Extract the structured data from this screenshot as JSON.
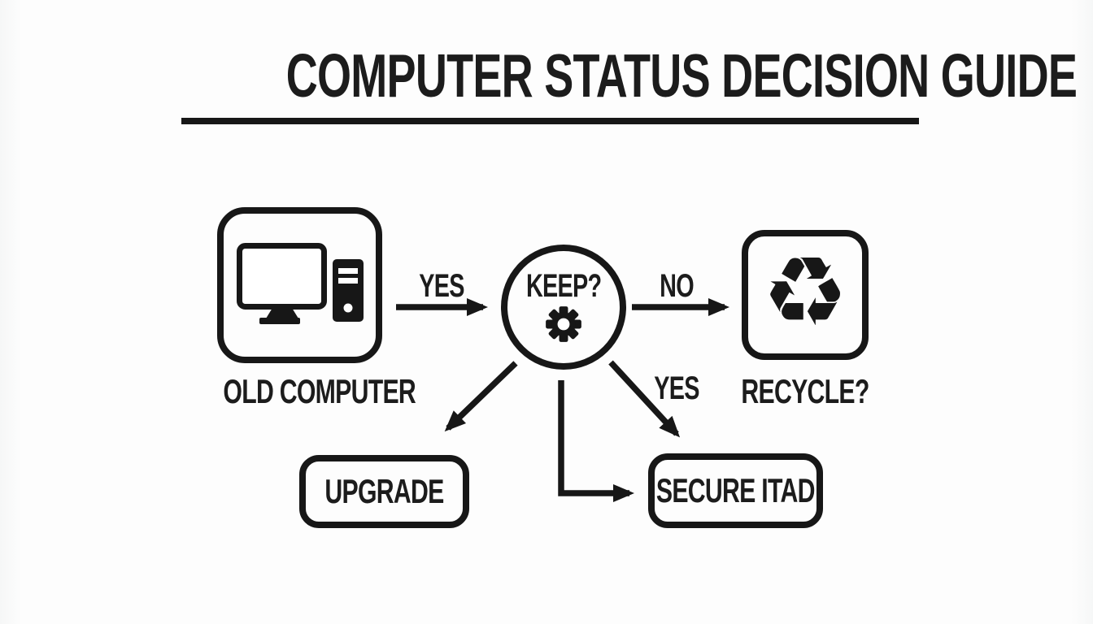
{
  "title": {
    "text": "COMPUTER STATUS DECISION GUIDE"
  },
  "colors": {
    "ink": "#171717",
    "background": "#fdfdfd"
  },
  "nodes": {
    "old_computer": {
      "label": "OLD COMPUTER",
      "icon": "desktop-computer-icon"
    },
    "keep": {
      "label": "KEEP?",
      "icon": "gear-icon"
    },
    "recycle": {
      "label": "RECYCLE?",
      "icon": "recycle-icon",
      "glyph": "♻"
    },
    "upgrade": {
      "label": "UPGRADE"
    },
    "secure_itad": {
      "label": "SECURE ITAD"
    }
  },
  "edges": {
    "old_to_keep": {
      "label": "YES"
    },
    "keep_to_recycle": {
      "label": "NO"
    },
    "keep_to_upgrade": {
      "label": ""
    },
    "keep_to_secure_diagonal": {
      "label": "YES"
    },
    "keep_to_secure_elbow": {
      "label": ""
    }
  }
}
